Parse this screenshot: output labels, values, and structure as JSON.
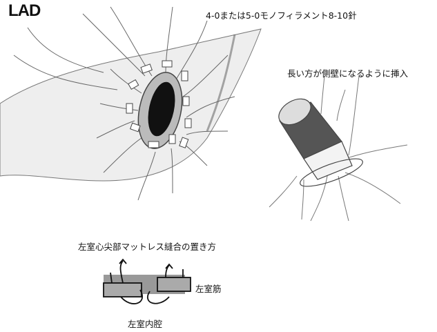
{
  "labels": {
    "lad": "LAD",
    "suture": "4-0または5-0モノフィラメント8-10針",
    "insert_note": "長い方が側壁になるように挿入",
    "mattress_title": "左室心尖部マットレス縫合の置き方",
    "lv_muscle": "左室筋",
    "lv_cavity": "左室内腔"
  }
}
